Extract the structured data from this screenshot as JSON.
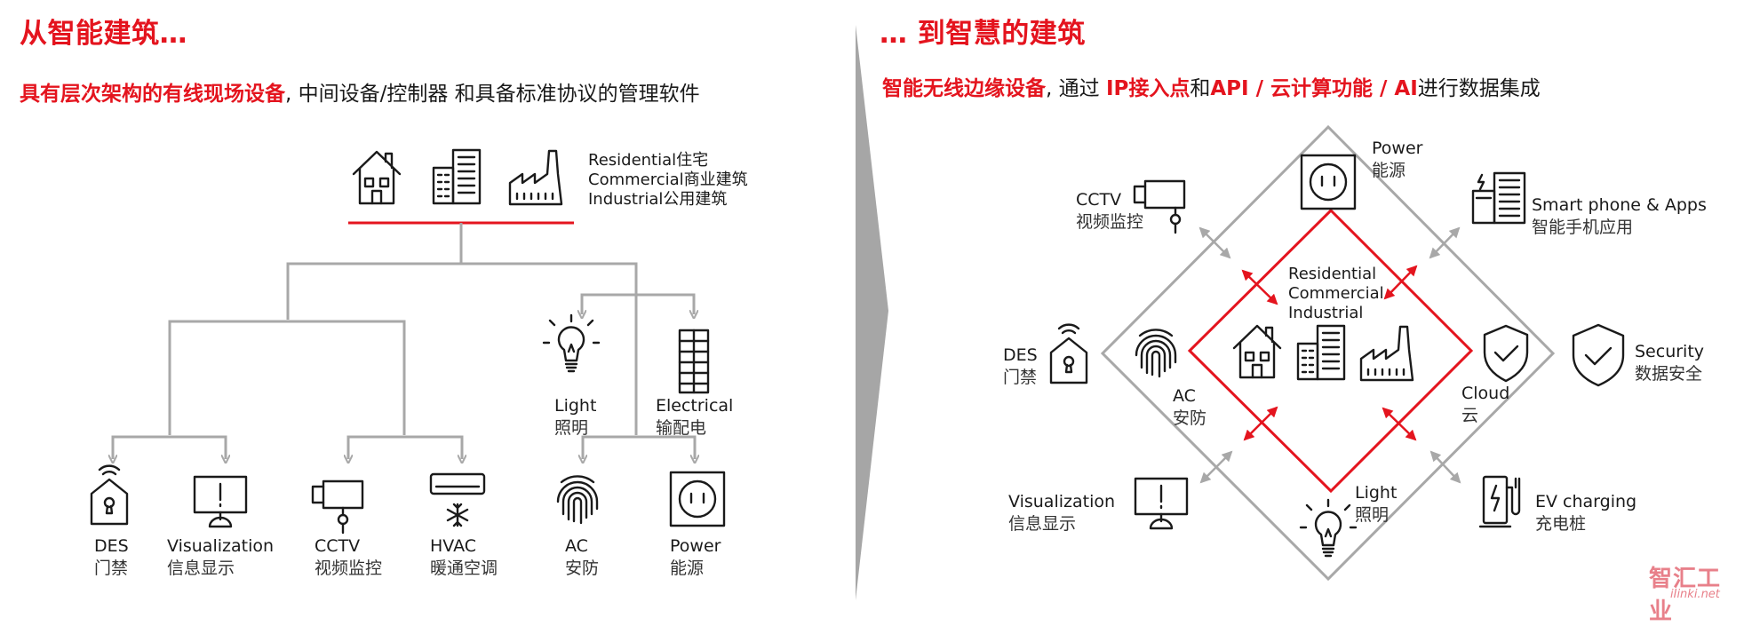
{
  "left": {
    "title": "从智能建筑…",
    "subtitle_red": "具有层次架构的有线现场设备",
    "subtitle_rest": ", 中间设备/控制器 和具备标准协议的管理软件",
    "buildings": [
      "Residential住宅",
      "Commercial商业建筑",
      "Industrial公用建筑"
    ],
    "nodes": [
      {
        "en": "Light",
        "zh": "照明"
      },
      {
        "en": "Electrical",
        "zh": "输配电"
      },
      {
        "en": "DES",
        "zh": "门禁"
      },
      {
        "en": "Visualization",
        "zh": "信息显示"
      },
      {
        "en": "CCTV",
        "zh": "视频监控"
      },
      {
        "en": "HVAC",
        "zh": "暖通空调"
      },
      {
        "en": "AC",
        "zh": "安防"
      },
      {
        "en": "Power",
        "zh": "能源"
      }
    ]
  },
  "right": {
    "title": "… 到智慧的建筑",
    "subtitle_red1": "智能无线边缘设备",
    "subtitle_mid1": ", 通过 ",
    "subtitle_red2": "IP接入点",
    "subtitle_mid2": "和",
    "subtitle_red3": "API / 云计算功能 / AI",
    "subtitle_rest": "进行数据集成",
    "center_labels": [
      "Residential",
      "Commercial",
      "Industrial"
    ],
    "nodes": [
      {
        "en": "Power",
        "zh": "能源"
      },
      {
        "en": "CCTV",
        "zh": "视频监控"
      },
      {
        "en": "Smart phone & Apps",
        "zh": "智能手机应用"
      },
      {
        "en": "DES",
        "zh": "门禁"
      },
      {
        "en": "AC",
        "zh": "安防"
      },
      {
        "en": "Cloud",
        "zh": "云"
      },
      {
        "en": "Security",
        "zh": "数据安全"
      },
      {
        "en": "Visualization",
        "zh": "信息显示"
      },
      {
        "en": "Light",
        "zh": "照明"
      },
      {
        "en": "EV charging",
        "zh": "充电桩"
      }
    ]
  },
  "watermark": {
    "main": "智汇工业",
    "sub": "iIinki.net"
  },
  "colors": {
    "accent": "#e4141e",
    "line": "#a8a8a8",
    "icon": "#1a1a1a"
  }
}
